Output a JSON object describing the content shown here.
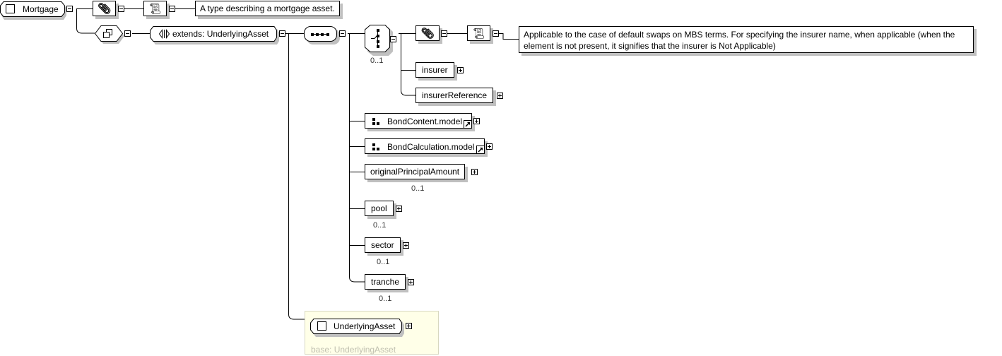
{
  "root": {
    "name": "Mortgage",
    "documentation": "A type describing a mortgage asset."
  },
  "extension": {
    "label": "extends: UnderlyingAsset"
  },
  "choice": {
    "cardinality": "0..1",
    "documentation": "Applicable to the case of default swaps on MBS terms. For specifying the insurer name, when applicable (when the element is not present, it signifies that the insurer is Not Applicable)",
    "documentation_lines": [
      "Applicable to the case of default swaps on MBS terms. For specifying the insurer name, when applicable (when the",
      "element is not present, it signifies that the insurer is Not Applicable)"
    ],
    "items": [
      {
        "name": "insurer"
      },
      {
        "name": "insurerReference"
      }
    ]
  },
  "sequence_items": [
    {
      "name": "BondContent.model",
      "kind": "group-ref"
    },
    {
      "name": "BondCalculation.model",
      "kind": "group-ref"
    },
    {
      "name": "originalPrincipalAmount",
      "cardinality": "0..1"
    },
    {
      "name": "pool",
      "cardinality": "0..1"
    },
    {
      "name": "sector",
      "cardinality": "0..1"
    },
    {
      "name": "tranche",
      "cardinality": "0..1"
    }
  ],
  "base": {
    "name": "UnderlyingAsset",
    "caption": "base: UnderlyingAsset"
  },
  "icons": {
    "annotation": "paperclip-icon",
    "documentation": "scroll-icon",
    "complex_content": "overlapping-squares-icon",
    "extension": "extension-arrows-icon",
    "sequence": "sequence-icon",
    "choice": "choice-icon",
    "group": "group-model-icon",
    "reference": "reference-arrow-icon"
  }
}
